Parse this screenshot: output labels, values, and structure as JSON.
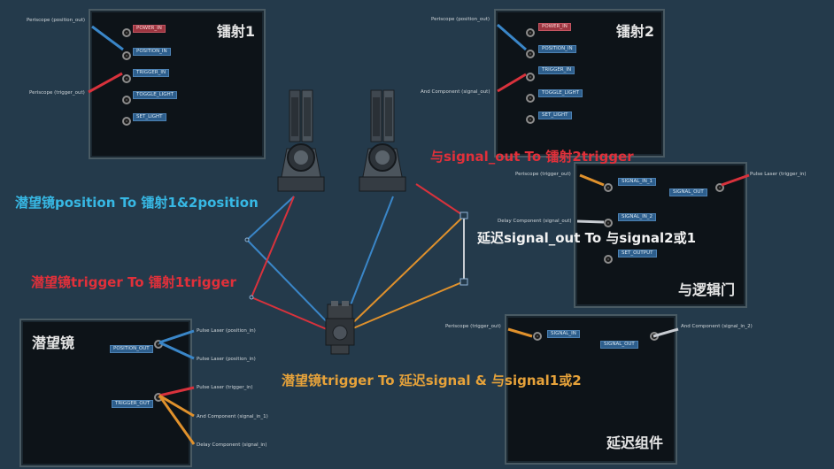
{
  "panels": {
    "laser1": {
      "title": "镭射1",
      "ports": [
        "POWER_IN",
        "POSITION_IN",
        "TRIGGER_IN",
        "TOGGLE_LIGHT",
        "SET_LIGHT"
      ],
      "wire_labels": [
        "Periscope (position_out)",
        "Periscope (trigger_out)"
      ]
    },
    "laser2": {
      "title": "镭射2",
      "ports": [
        "POWER_IN",
        "POSITION_IN",
        "TRIGGER_IN",
        "TOGGLE_LIGHT",
        "SET_LIGHT"
      ],
      "wire_labels": [
        "Periscope (position_out)",
        "And Component (signal_out)"
      ]
    },
    "and": {
      "title": "与逻辑门",
      "ports": [
        "SIGNAL_IN_1",
        "SIGNAL_IN_2",
        "SET_OUTPUT",
        "SIGNAL_OUT"
      ],
      "wire_labels": [
        "Periscope (trigger_out)",
        "Delay Component (signal_out)",
        "Pulse Laser (trigger_in)"
      ]
    },
    "periscope": {
      "title": "潜望镜",
      "ports": [
        "POSITION_OUT",
        "TRIGGER_OUT"
      ],
      "wire_labels": [
        "Pulse Laser (position_in)",
        "Pulse Laser (position_in)",
        "Pulse Laser (trigger_in)",
        "And Component (signal_in_1)",
        "Delay Component (signal_in)"
      ]
    },
    "delay": {
      "title": "延迟组件",
      "ports": [
        "SIGNAL_IN",
        "SIGNAL_OUT"
      ],
      "wire_labels": [
        "Periscope (trigger_out)",
        "And Component (signal_in_2)"
      ]
    }
  },
  "annotations": {
    "periscope_position": "潜望镜position To 镭射1&2position",
    "periscope_trigger": "潜望镜trigger To 镭射1trigger",
    "and_to_laser2": "与signal_out To 镭射2trigger",
    "delay_to_and": "延迟signal_out  To 与signal2或1",
    "periscope_to_delay": "潜望镜trigger To 延迟signal & 与signal1或2"
  },
  "colors": {
    "blue_wire": "#3a86c8",
    "red_wire": "#d8323c",
    "orange_wire": "#e0912c",
    "gray_wire": "#c8ccd2"
  },
  "icons": [
    "laser-turret-icon",
    "periscope-device-icon"
  ]
}
